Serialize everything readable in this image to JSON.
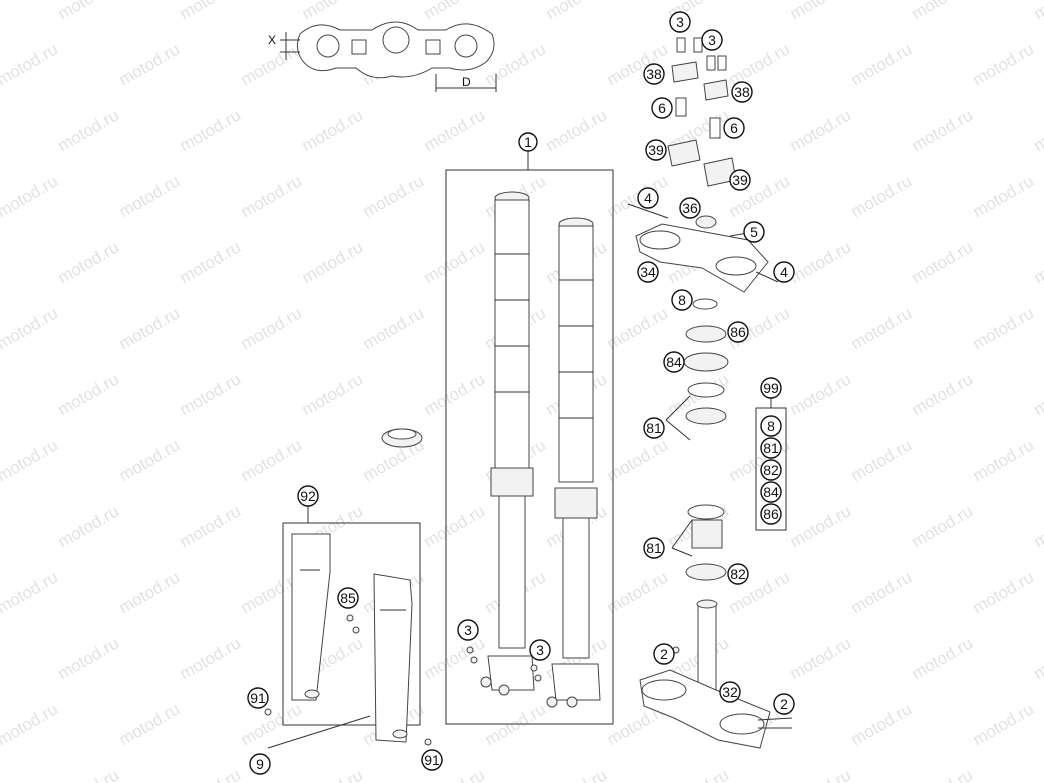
{
  "diagram": {
    "watermark": "motod.ru",
    "dim_labels": {
      "x": "X",
      "d": "D"
    },
    "callouts": {
      "c1": "1",
      "c3a": "3",
      "c3b": "3",
      "c38a": "38",
      "c38b": "38",
      "c6a": "6",
      "c6b": "6",
      "c39a": "39",
      "c39b": "39",
      "c4a": "4",
      "c36": "36",
      "c5": "5",
      "c34": "34",
      "c4b": "4",
      "c8": "8",
      "c86": "86",
      "c84": "84",
      "c99": "99",
      "c81a": "81",
      "k8": "8",
      "k81": "81",
      "k82": "82",
      "k84": "84",
      "k86": "86",
      "c81b": "81",
      "c82": "82",
      "c2a": "2",
      "c32": "32",
      "c2b": "2",
      "c92": "92",
      "c85": "85",
      "c91a": "91",
      "c9": "9",
      "c91b": "91",
      "c3c": "3",
      "c3d": "3"
    }
  }
}
